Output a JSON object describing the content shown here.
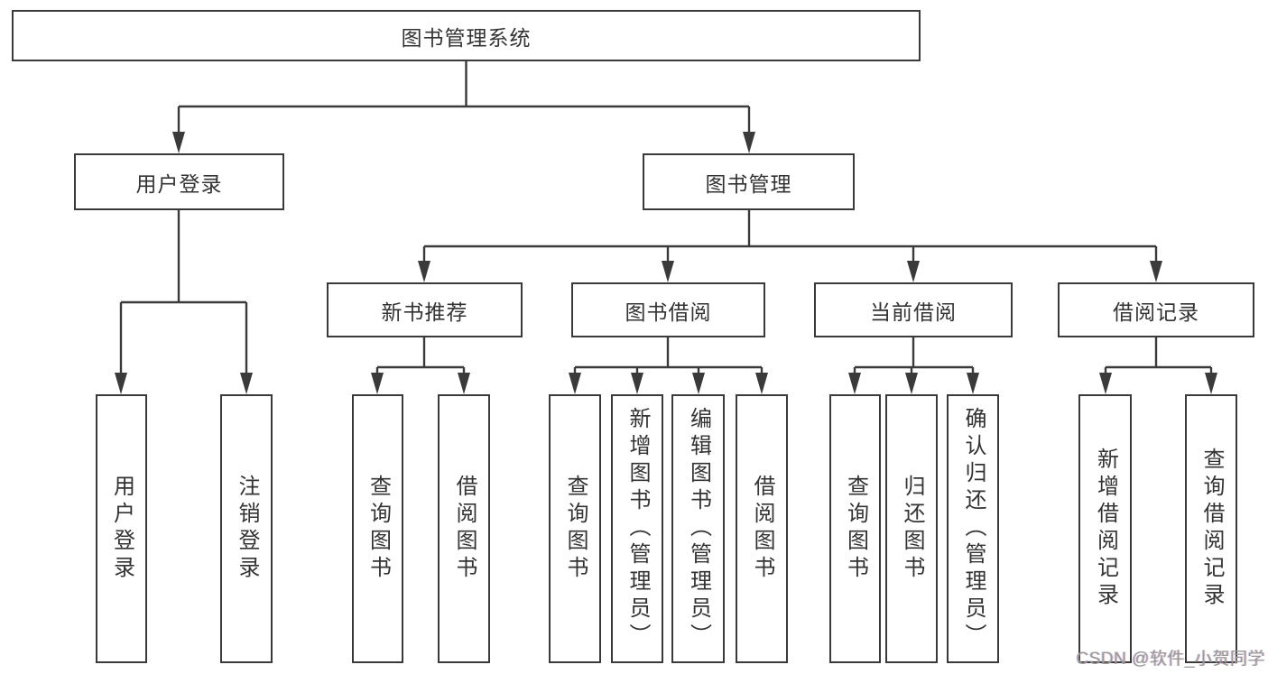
{
  "diagram": {
    "title": "图书管理系统",
    "level2": [
      {
        "label": "用户登录",
        "parent": "图书管理系统"
      },
      {
        "label": "图书管理",
        "parent": "图书管理系统"
      }
    ],
    "level3": [
      {
        "label": "新书推荐",
        "parent": "图书管理"
      },
      {
        "label": "图书借阅",
        "parent": "图书管理"
      },
      {
        "label": "当前借阅",
        "parent": "图书管理"
      },
      {
        "label": "借阅记录",
        "parent": "图书管理"
      }
    ],
    "leaves": [
      {
        "label": "用户登录",
        "parent": "用户登录"
      },
      {
        "label": "注销登录",
        "parent": "用户登录"
      },
      {
        "label": "查询图书",
        "parent": "新书推荐"
      },
      {
        "label": "借阅图书",
        "parent": "新书推荐"
      },
      {
        "label": "查询图书",
        "parent": "图书借阅"
      },
      {
        "label": "新增图书（管理员）",
        "parent": "图书借阅"
      },
      {
        "label": "编辑图书（管理员）",
        "parent": "图书借阅"
      },
      {
        "label": "借阅图书",
        "parent": "图书借阅"
      },
      {
        "label": "查询图书",
        "parent": "当前借阅"
      },
      {
        "label": "归还图书",
        "parent": "当前借阅"
      },
      {
        "label": "确认归还（管理员）",
        "parent": "当前借阅"
      },
      {
        "label": "新增借阅记录",
        "parent": "借阅记录"
      },
      {
        "label": "查询借阅记录",
        "parent": "借阅记录"
      }
    ],
    "watermark": "CSDN @软件_小贺同学",
    "colors": {
      "line": "#3a3a3a",
      "text": "#333333",
      "watermark": "#9a9a9a",
      "background": "#ffffff"
    }
  }
}
